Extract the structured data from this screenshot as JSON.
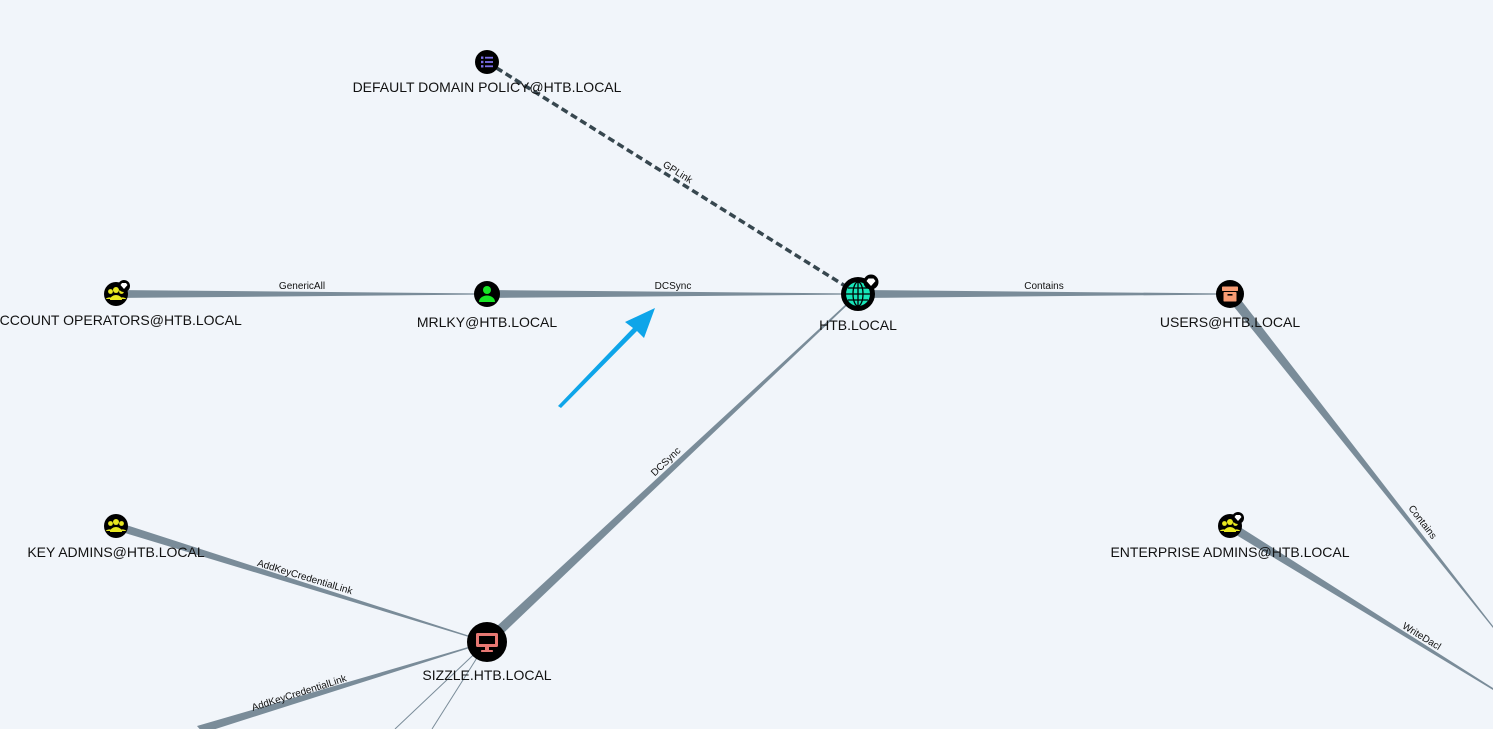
{
  "graph": {
    "nodes": {
      "gpo": {
        "label": "DEFAULT DOMAIN POLICY@HTB.LOCAL",
        "icon": "list-icon",
        "color": "#7b6fe8"
      },
      "account_operators": {
        "label": "ACCOUNT OPERATORS@HTB.LOCAL",
        "icon": "group-icon",
        "color": "#e8e820",
        "badge": "high-value-gem-icon"
      },
      "mrlky": {
        "label": "MRLKY@HTB.LOCAL",
        "icon": "user-icon",
        "color": "#17e625"
      },
      "domain": {
        "label": "HTB.LOCAL",
        "icon": "globe-icon",
        "color": "#17e6b9",
        "badge": "high-value-gem-icon"
      },
      "users": {
        "label": "USERS@HTB.LOCAL",
        "icon": "container-icon",
        "color": "#f79b73"
      },
      "key_admins": {
        "label": "KEY ADMINS@HTB.LOCAL",
        "icon": "group-icon",
        "color": "#e8e820"
      },
      "enterprise_admins": {
        "label": "ENTERPRISE ADMINS@HTB.LOCAL",
        "icon": "group-icon",
        "color": "#e8e820",
        "badge": "high-value-gem-icon"
      },
      "sizzle": {
        "label": "SIZZLE.HTB.LOCAL",
        "icon": "computer-icon",
        "color": "#e67873"
      }
    },
    "edges": {
      "gplink": "GPLink",
      "genericall": "GenericAll",
      "dcsync1": "DCSync",
      "contains1": "Contains",
      "dcsync2": "DCSync",
      "addkey1": "AddKeyCredentialLink",
      "addkey2": "AddKeyCredentialLink",
      "contains2": "Contains",
      "writedacl": "WriteDacl"
    },
    "colors": {
      "edge": "#7a8c99",
      "dashed_edge": "#37474f",
      "arrow": "#0ea5e9",
      "node_outline": "#000000"
    }
  }
}
